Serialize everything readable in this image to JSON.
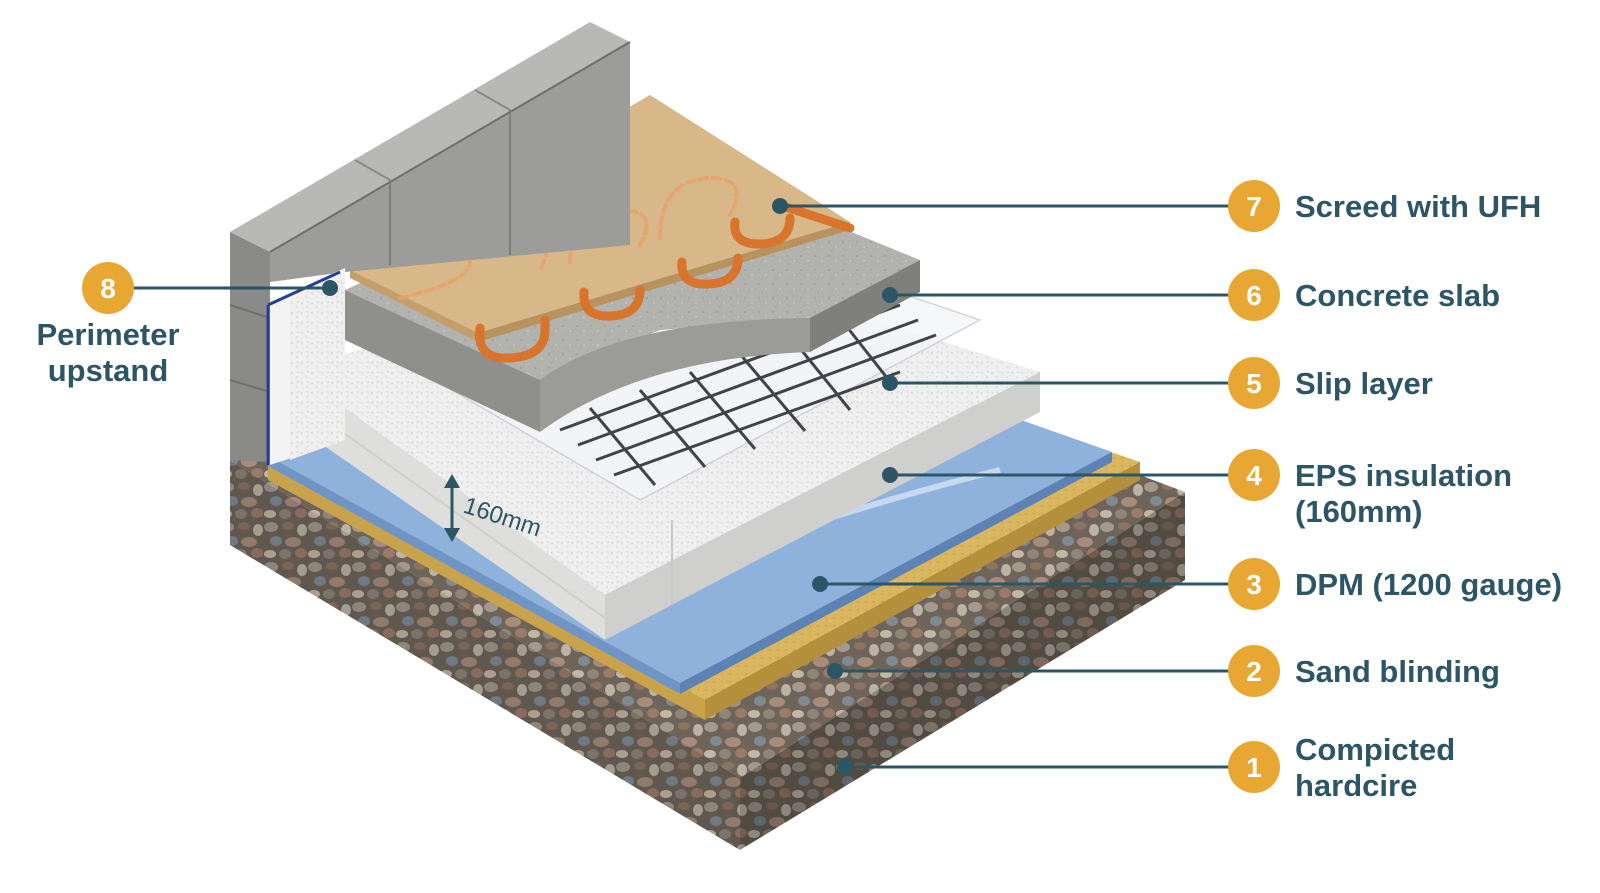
{
  "colors": {
    "accent": "#e8a632",
    "label_text": "#2c5566",
    "dpm": "#8fb2dd",
    "sand": "#d9b65e",
    "eps": "#eeeeee",
    "concrete": "#a8a8a6",
    "screed": "#d8b888",
    "pipe": "#d9742c",
    "block": "#9a9a98"
  },
  "dimension_label": "160mm",
  "labels": [
    {
      "number": "7",
      "lines": [
        "Screed with UFH"
      ]
    },
    {
      "number": "6",
      "lines": [
        "Concrete slab"
      ]
    },
    {
      "number": "5",
      "lines": [
        "Slip layer"
      ]
    },
    {
      "number": "4",
      "lines": [
        "EPS insulation",
        "(160mm)"
      ]
    },
    {
      "number": "3",
      "lines": [
        "DPM (1200 gauge)"
      ]
    },
    {
      "number": "2",
      "lines": [
        "Sand blinding"
      ]
    },
    {
      "number": "1",
      "lines": [
        "Compicted",
        "hardcire"
      ]
    },
    {
      "number": "8",
      "lines": [
        "Perimeter",
        "upstand"
      ]
    }
  ]
}
